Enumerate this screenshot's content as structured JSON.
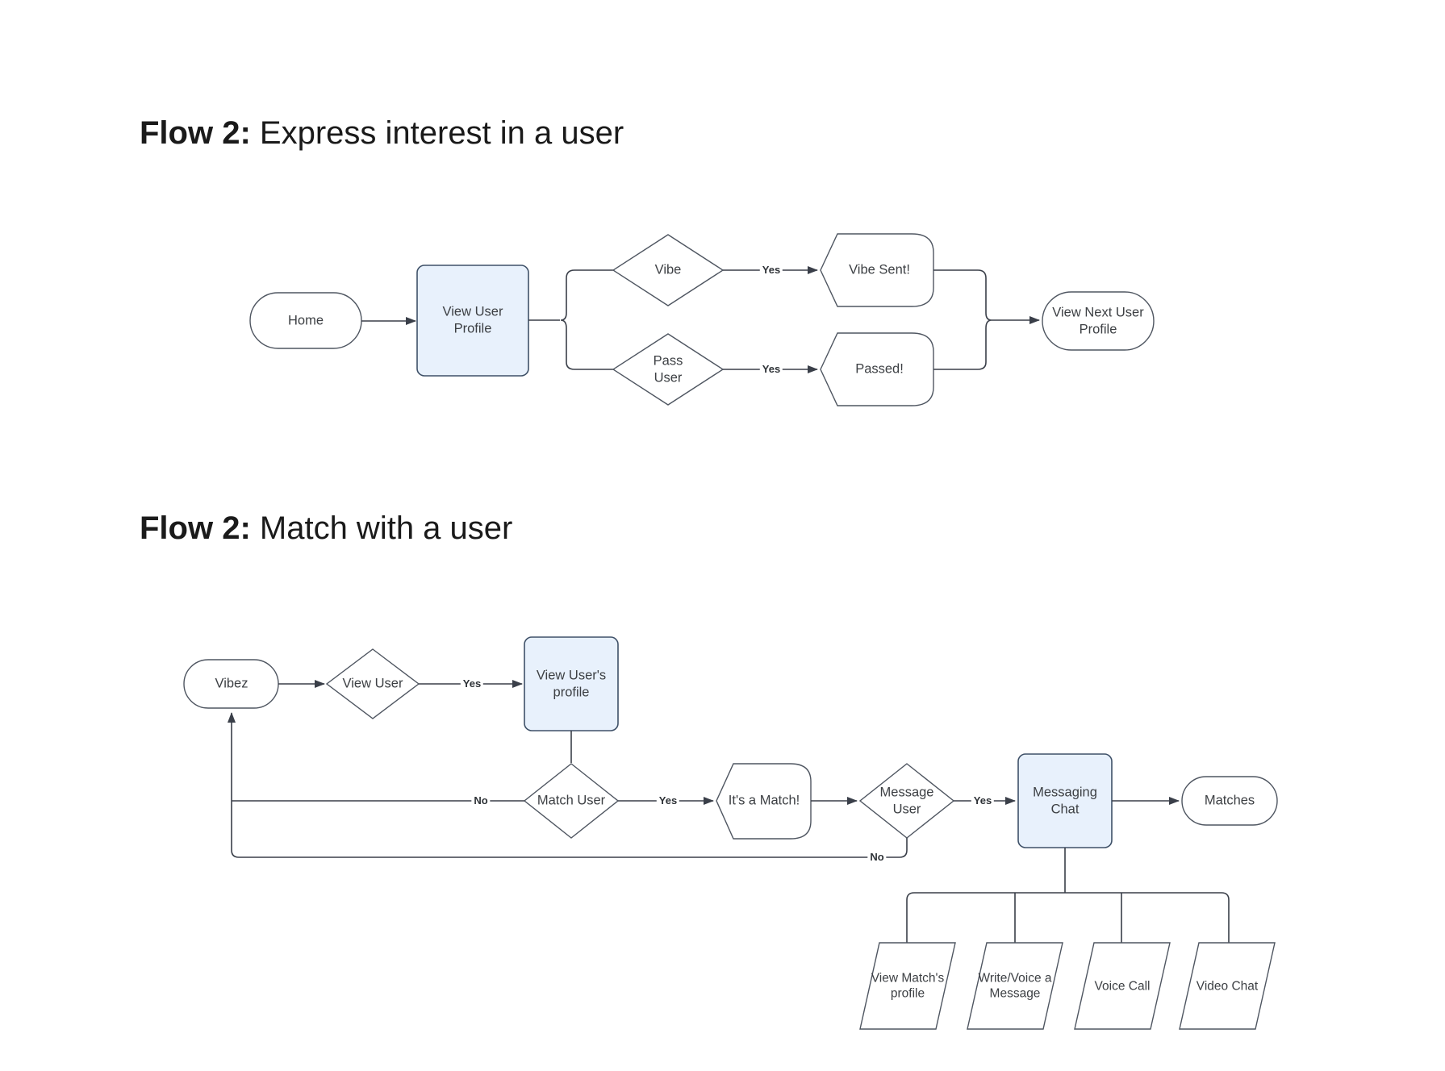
{
  "titles": {
    "flow1_bold": "Flow 2:",
    "flow1_rest": " Express interest in a user",
    "flow2_bold": "Flow 2:",
    "flow2_rest": " Match with a user"
  },
  "f1": {
    "home": "Home",
    "view_user_profile": "View User\nProfile",
    "vibe": "Vibe",
    "pass_user": "Pass\nUser",
    "yes_top": "Yes",
    "yes_bottom": "Yes",
    "vibe_sent": "Vibe Sent!",
    "passed": "Passed!",
    "view_next_user_profile": "View Next User\nProfile"
  },
  "f2": {
    "vibez": "Vibez",
    "view_user": "View User",
    "yes_view": "Yes",
    "view_users_profile": "View User's\nprofile",
    "match_user": "Match User",
    "yes_match": "Yes",
    "no_match": "No",
    "its_a_match": "It's a Match!",
    "message_user": "Message\nUser",
    "yes_message": "Yes",
    "no_message": "No",
    "messaging_chat": "Messaging\nChat",
    "matches": "Matches",
    "view_matchs_profile": "View Match's\nprofile",
    "write_voice_a_message": "Write/Voice a\nMessage",
    "voice_call": "Voice Call",
    "video_chat": "Video Chat"
  },
  "design": {
    "background": "#ffffff",
    "process_fill": "#e8f1fc",
    "process_stroke": "#3f5168",
    "shape_stroke": "#4f5661",
    "connector_color": "#3a3f49",
    "text_color": "#3d4044",
    "title_color": "#1a1a1a"
  }
}
